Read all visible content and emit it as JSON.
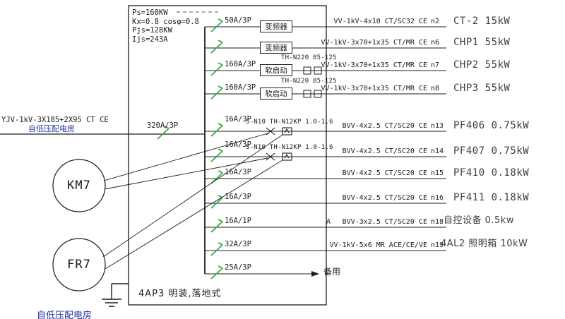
{
  "colors": {
    "line": "#1c1c1c",
    "green": "#2fa43c",
    "blue": "#2437a8",
    "load_text": "#3f3f3f"
  },
  "params": {
    "l1": "Ps=160KW",
    "l2": "Kx=0.8 cosφ=0.8",
    "l3": "Pjs=128KW",
    "l4": "Ijs=243A"
  },
  "incoming": {
    "cable": "YJV-1kV-3X185+2X95 CT CE",
    "source": "自低压配电房",
    "breaker": "320A/3P"
  },
  "devices": {
    "contactor": "KM7",
    "relay": "FR7"
  },
  "panel_label": "4AP3 明装,落地式",
  "bottom_note": "自低压配电房",
  "branches": [
    {
      "breaker": "50A/3P",
      "device": "变频器",
      "aux": "",
      "cable": "VV-1kV-4x10 CT/SC32 CE",
      "circuit": "n2",
      "load": "CT-2 15kW"
    },
    {
      "breaker": "",
      "device": "变频器",
      "aux": "",
      "cable": "VV-1kV-3x70+1x35 CT/MR CE",
      "circuit": "n6",
      "load": "CHP1 55kW"
    },
    {
      "breaker": "160A/3P",
      "device": "软启动",
      "aux": "TH-N220 85-125",
      "cable": "VV-1kV-3x70+1x35 CT/MR CE",
      "circuit": "n7",
      "load": "CHP2 55kW"
    },
    {
      "breaker": "160A/3P",
      "device": "软启动",
      "aux": "TH-N220 85-125",
      "cable": "VV-1kV-3x70+1x35 CT/MR CE",
      "circuit": "n8",
      "load": "CHP3 55kW"
    },
    {
      "breaker": "16A/3P",
      "device": "",
      "aux": "S-N10 TH-N12KP 1.0-1.6",
      "cable": "BVV-4x2.5 CT/SC20 CE",
      "circuit": "n13",
      "load": "PF406 0.75kW"
    },
    {
      "breaker": "16A/3P",
      "device": "",
      "aux": "S-N10 TH-N12KP 1.0-1.6",
      "cable": "BVV-4x2.5 CT/SC20 CE",
      "circuit": "n14",
      "load": "PF407 0.75kW"
    },
    {
      "breaker": "16A/3P",
      "device": "",
      "aux": "",
      "cable": "BVV-4x2.5 CT/SC20 CE",
      "circuit": "n15",
      "load": "PF410 0.18kW"
    },
    {
      "breaker": "16A/3P",
      "device": "",
      "aux": "",
      "cable": "BVV-4x2.5 CT/SC20 CE",
      "circuit": "n16",
      "load": "PF411 0.18kW"
    },
    {
      "breaker": "16A/1P",
      "device": "",
      "aux": "A",
      "cable": "BVV-3x2.5 CT/SC20 CE",
      "circuit": "n18",
      "load": "自控设备 0.5kw"
    },
    {
      "breaker": "32A/3P",
      "device": "",
      "aux": "",
      "cable": "VV-1kV-5x6 MR ACE/CE/VE",
      "circuit": "n19",
      "load": "4AL2 照明箱 10kW"
    },
    {
      "breaker": "25A/3P",
      "device": "",
      "aux": "",
      "cable": "",
      "circuit": "",
      "load": "备用"
    }
  ]
}
